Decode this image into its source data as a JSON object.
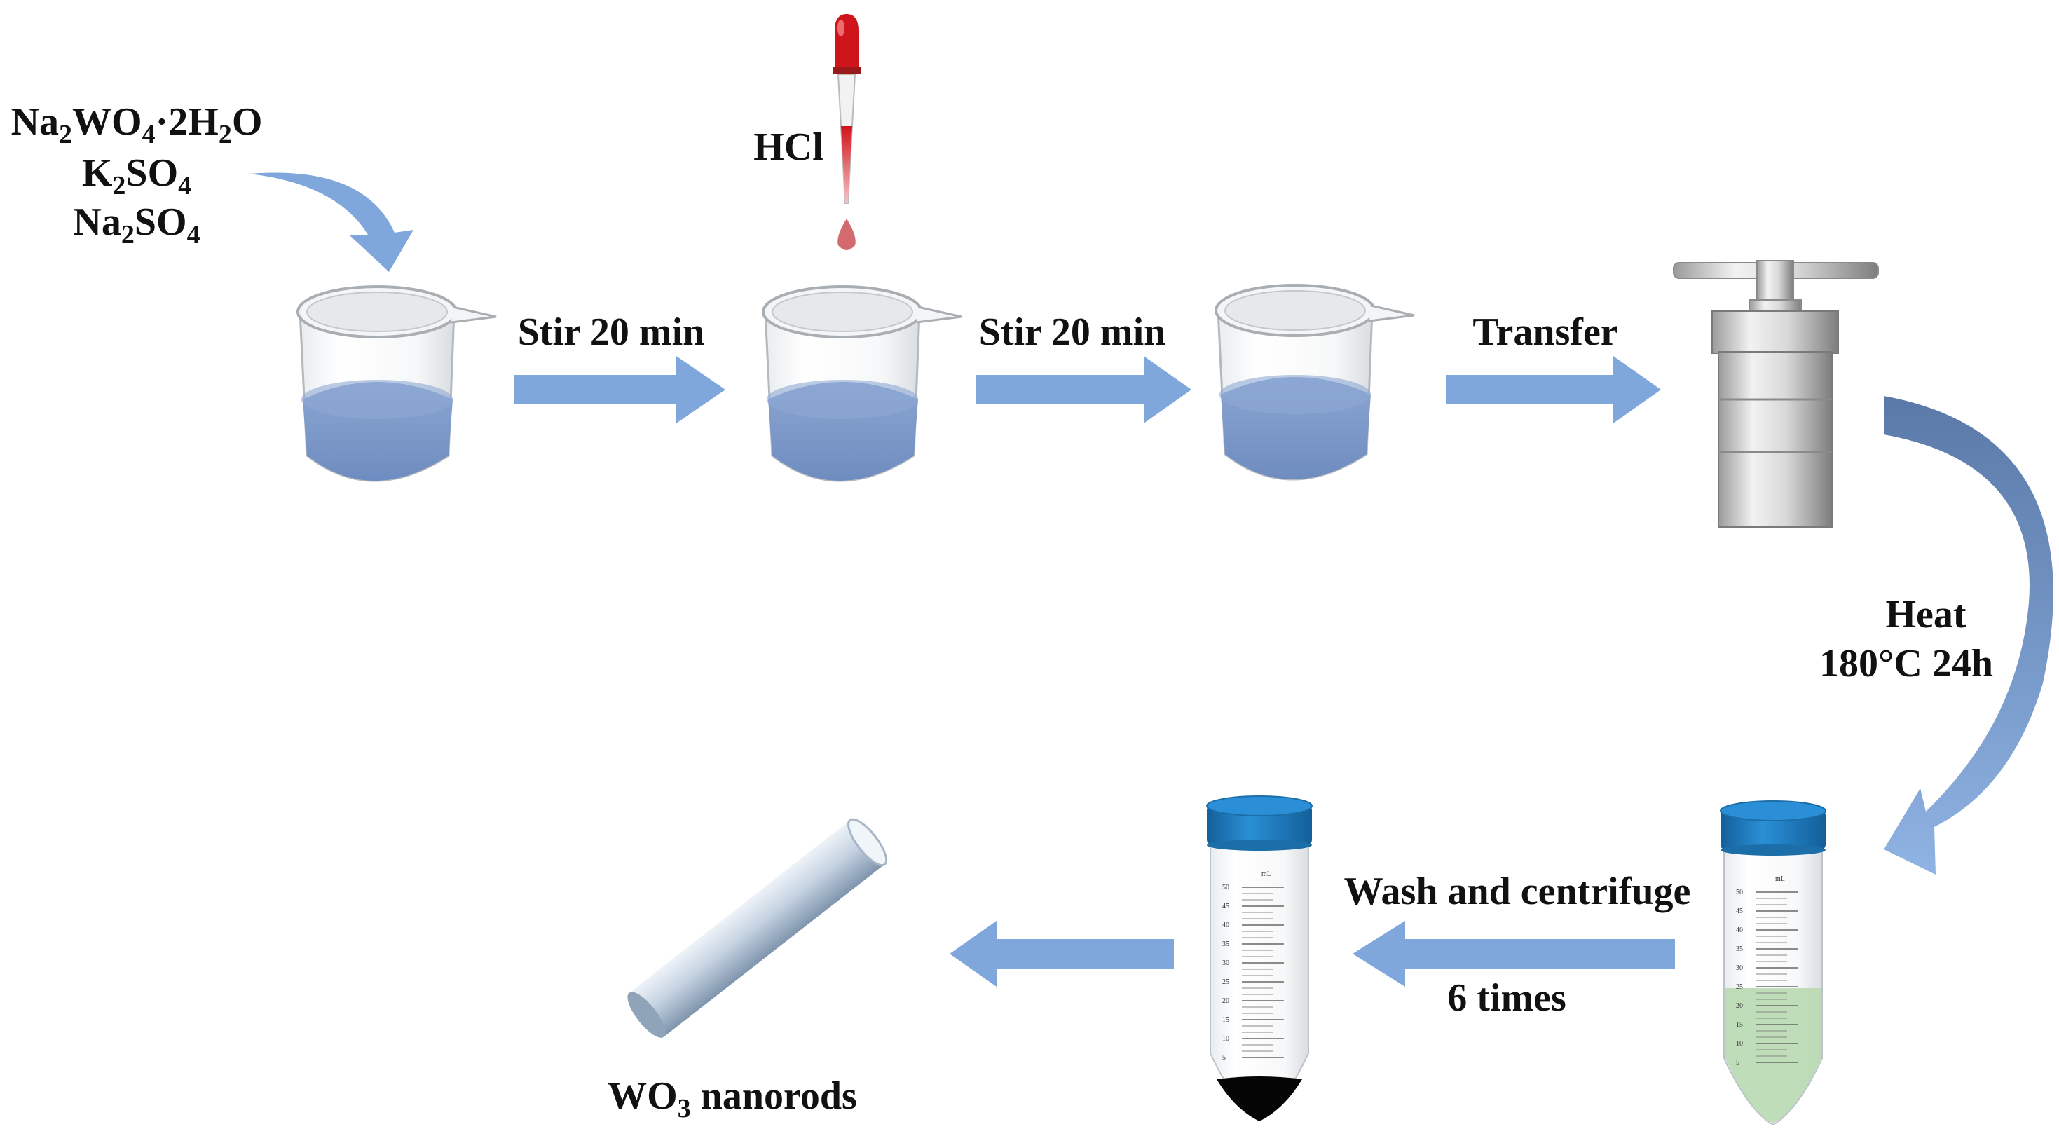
{
  "reagents": {
    "line1": {
      "a": "Na",
      "b": "2",
      "c": "WO",
      "d": "4",
      "e": "·2H",
      "f": "2",
      "g": "O"
    },
    "line2": {
      "a": "K",
      "b": "2",
      "c": "SO",
      "d": "4"
    },
    "line3": {
      "a": "Na",
      "b": "2",
      "c": "SO",
      "d": "4"
    }
  },
  "hcl_label": "HCl",
  "steps": {
    "stir1": "Stir 20 min",
    "stir2": "Stir 20 min",
    "transfer": "Transfer",
    "heat": "Heat",
    "heat_condition": "180°C 24h",
    "wash": "Wash and centrifuge",
    "wash_count": "6 times"
  },
  "product": {
    "a": "WO",
    "b": "3",
    "c": " nanorods"
  },
  "tube_scale": {
    "unit": "mL",
    "ticks": [
      "50",
      "45",
      "40",
      "35",
      "30",
      "25",
      "20",
      "15",
      "10",
      "5"
    ]
  },
  "colors": {
    "arrow": "#7fa7dc",
    "liquid": "#7c98c8",
    "tube_cap": "#1f7fc4",
    "green_liquid": "#b8d9b0",
    "dropper_red": "#d0141b"
  }
}
